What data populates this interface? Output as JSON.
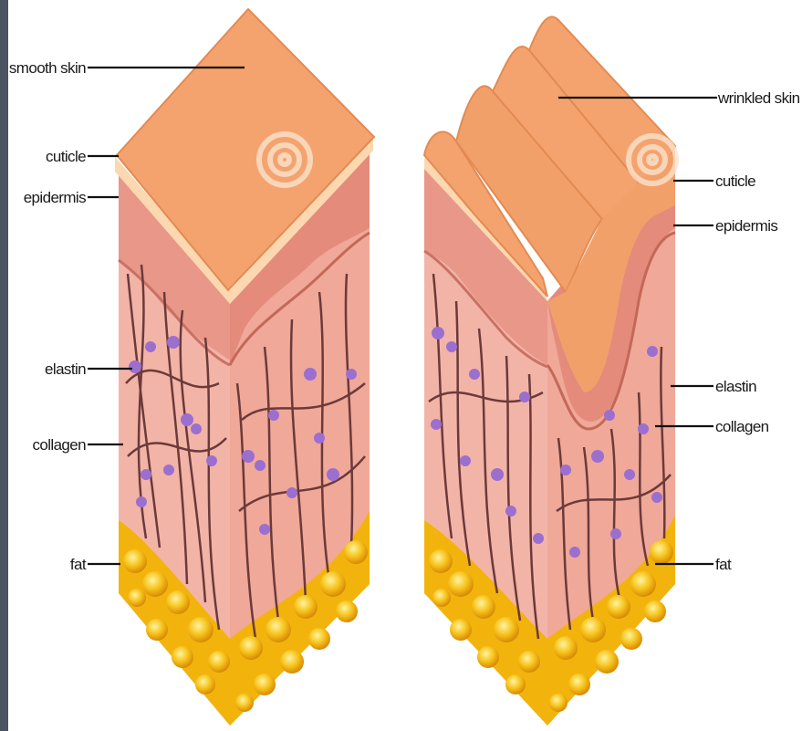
{
  "left_block": {
    "labels": {
      "surface": "smooth skin",
      "cuticle": "cuticle",
      "epidermis": "epidermis",
      "elastin": "elastin",
      "collagen": "collagen",
      "fat": "fat"
    }
  },
  "right_block": {
    "labels": {
      "surface": "wrinkled skin",
      "cuticle": "cuticle",
      "epidermis": "epidermis",
      "elastin": "elastin",
      "collagen": "collagen",
      "fat": "fat"
    }
  },
  "colors": {
    "surface": "#f4a36f",
    "cuticle": "#fbd8b0",
    "epidermis": "#e89788",
    "dermis": "#f3b4a8",
    "collagen": "#6b3a3a",
    "elastin": "#9b6fd0",
    "fat": "#f2b40c"
  }
}
